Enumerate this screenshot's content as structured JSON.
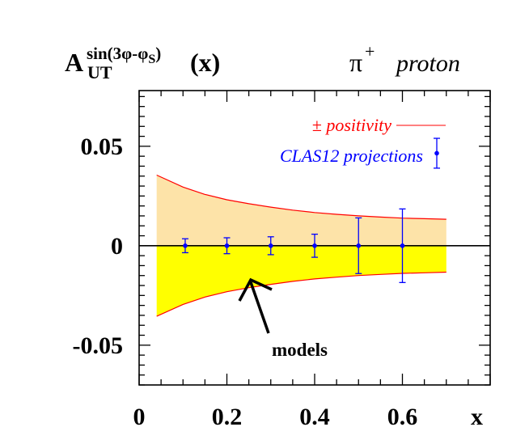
{
  "chart_data": {
    "type": "line",
    "ylabel": {
      "main": "A",
      "sup": "sin(3φ-φ",
      "sup_sub": "S",
      "sup_close": ")",
      "sub": "UT",
      "arg": "(x)"
    },
    "xlabel": "x",
    "reaction": {
      "particle": "π",
      "charge": "+",
      "target": "proton"
    },
    "xlim": [
      0,
      0.8
    ],
    "ylim": [
      -0.07,
      0.078
    ],
    "x_ticks": [
      {
        "value": 0,
        "label": "0"
      },
      {
        "value": 0.2,
        "label": "0.2"
      },
      {
        "value": 0.4,
        "label": "0.4"
      },
      {
        "value": 0.6,
        "label": "0.6"
      }
    ],
    "y_ticks": [
      {
        "value": 0.05,
        "label": "0.05"
      },
      {
        "value": 0,
        "label": "0"
      },
      {
        "value": -0.05,
        "label": "-0.05"
      }
    ],
    "series": [
      {
        "name": "± positivity",
        "color": "#ff0000",
        "style": "band",
        "x": [
          0.04,
          0.1,
          0.15,
          0.2,
          0.25,
          0.3,
          0.35,
          0.4,
          0.45,
          0.5,
          0.55,
          0.6,
          0.65,
          0.7
        ],
        "upper": [
          0.0355,
          0.0295,
          0.0258,
          0.0231,
          0.0211,
          0.0194,
          0.0179,
          0.0167,
          0.0158,
          0.015,
          0.0144,
          0.0139,
          0.0136,
          0.0133
        ],
        "lower": [
          -0.0355,
          -0.0295,
          -0.0258,
          -0.0231,
          -0.0211,
          -0.0194,
          -0.0179,
          -0.0167,
          -0.0158,
          -0.015,
          -0.0144,
          -0.0139,
          -0.0136,
          -0.0133
        ],
        "fill_upper": "#fde3a8",
        "fill_lower": "#ffff00"
      },
      {
        "name": "CLAS12 projections",
        "color": "#0000ff",
        "style": "points",
        "x": [
          0.105,
          0.2,
          0.3,
          0.4,
          0.5,
          0.6
        ],
        "y": [
          0,
          0,
          0,
          0,
          0,
          0
        ],
        "yerr": [
          0.0035,
          0.004,
          0.0045,
          0.0058,
          0.014,
          0.0185
        ]
      }
    ],
    "legend": {
      "placement": "top-right",
      "sample_point_y": 0.0465,
      "sample_point_err": 0.0075
    },
    "annotation": {
      "text": "models"
    },
    "grid": false
  }
}
